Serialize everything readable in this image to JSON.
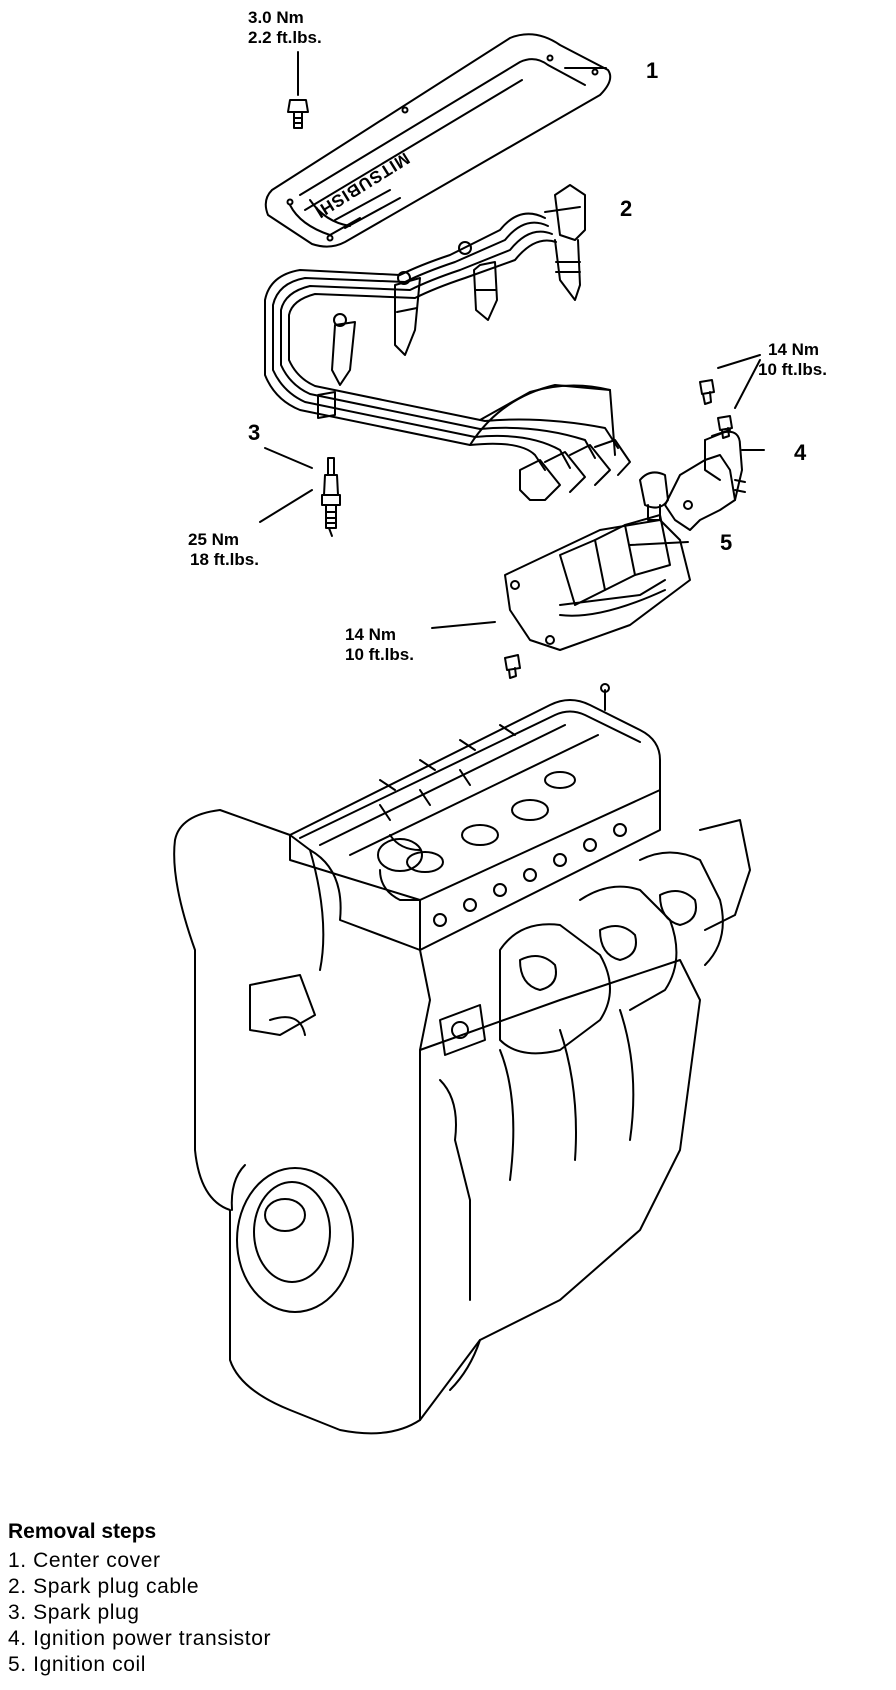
{
  "torque_specs": {
    "center_cover_bolt": [
      "3.0 Nm",
      "2.2 ft.lbs."
    ],
    "spark_plug": [
      "25 Nm",
      "18 ft.lbs."
    ],
    "transistor_bolt": [
      "14 Nm",
      "10 ft.lbs."
    ],
    "coil_bolt": [
      "14 Nm",
      "10 ft.lbs."
    ]
  },
  "callouts": [
    "1",
    "2",
    "3",
    "4",
    "5"
  ],
  "cover_logo": "MITSUBISHI",
  "removal_steps": {
    "title": "Removal steps",
    "items": [
      "1. Center cover",
      "2. Spark plug cable",
      "3. Spark plug",
      "4. Ignition power transistor",
      "5. Ignition coil"
    ]
  }
}
